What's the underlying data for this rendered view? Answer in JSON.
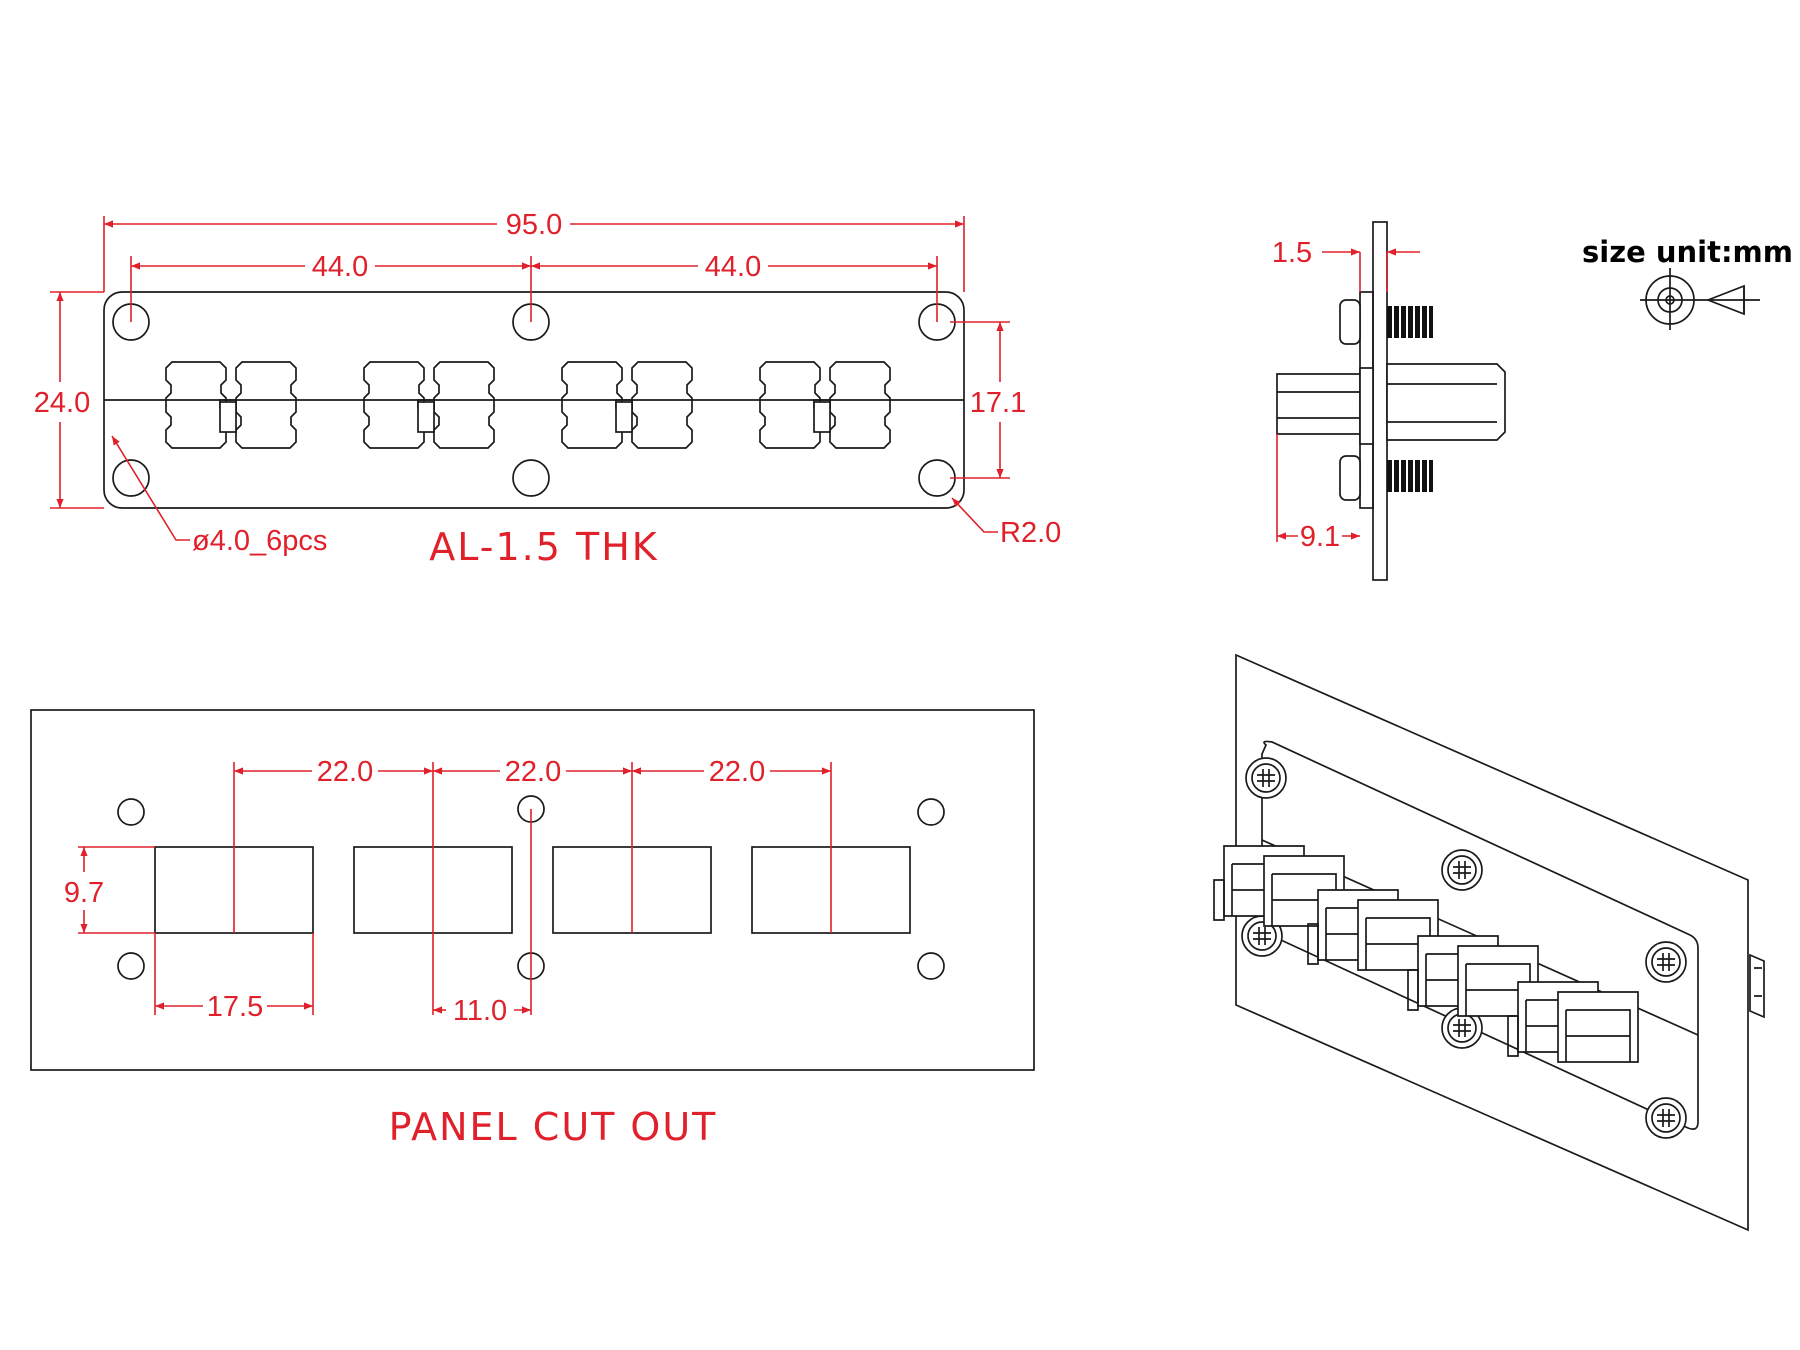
{
  "size_unit": "size unit:mm",
  "front_view": {
    "overall_width": "95.0",
    "hole_spacing_left": "44.0",
    "hole_spacing_right": "44.0",
    "height": "24.0",
    "hole_vertical_spacing": "17.1",
    "hole_diameter_note": "ø4.0_6pcs",
    "corner_radius": "R2.0",
    "material_note": "AL-1.5 THK"
  },
  "side_view": {
    "thickness": "1.5",
    "depth": "9.1"
  },
  "cutout": {
    "title": "PANEL CUT OUT",
    "pitch_1": "22.0",
    "pitch_2": "22.0",
    "pitch_3": "22.0",
    "cut_height": "9.7",
    "cut_width": "17.5",
    "hole_offset": "11.0"
  },
  "colors": {
    "dimension": "#e0202a",
    "outline": "#1a1a1a"
  }
}
